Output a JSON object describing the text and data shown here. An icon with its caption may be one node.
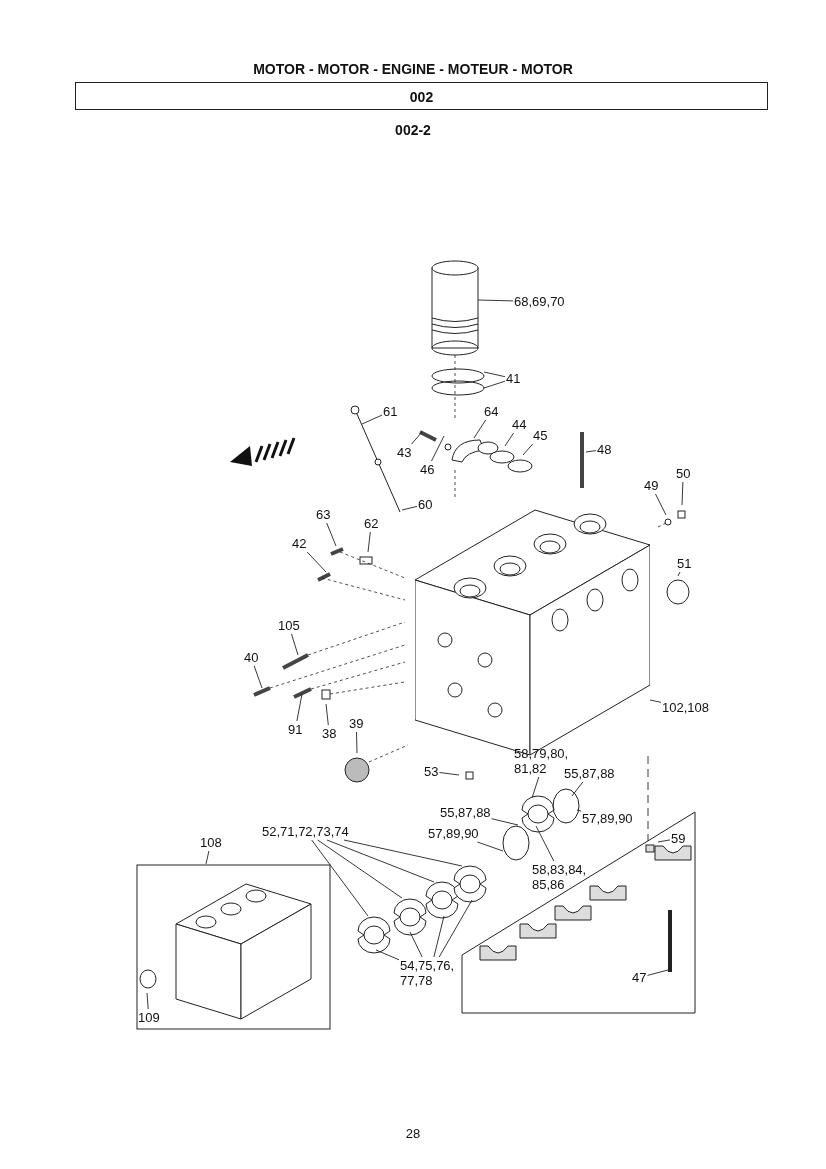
{
  "diagram": {
    "title": "MOTOR - MOTOR - ENGINE - MOTEUR - MOTOR",
    "nodes": [
      {
        "text": [
          "002"
        ]
      },
      {
        "text": [],
        "shape": "picture"
      },
      {
        "text": [],
        "shape": "box"
      },
      {
        "text": [],
        "shape": "box"
      },
      {
        "text": [
          "68,69,70"
        ]
      },
      {
        "text": [
          "41"
        ]
      },
      {
        "text": [
          "61"
        ]
      },
      {
        "text": [
          "64"
        ]
      },
      {
        "text": [
          "44"
        ]
      },
      {
        "text": [
          "45"
        ]
      },
      {
        "text": [
          "43"
        ]
      },
      {
        "text": [
          "48"
        ]
      },
      {
        "text": [
          "46"
        ]
      },
      {
        "text": [
          "60"
        ]
      },
      {
        "text": [
          "49"
        ]
      },
      {
        "text": [
          "50"
        ]
      },
      {
        "text": [
          "63"
        ]
      },
      {
        "text": [
          "62"
        ]
      },
      {
        "text": [
          "42"
        ]
      },
      {
        "text": [
          "51"
        ]
      },
      {
        "text": [
          "105"
        ]
      },
      {
        "text": [
          "40"
        ]
      },
      {
        "text": [
          "91"
        ]
      },
      {
        "text": [
          "38"
        ]
      },
      {
        "text": [
          "102,108"
        ]
      },
      {
        "text": [
          "39"
        ]
      },
      {
        "text": [
          "58,79,80, 81,82"
        ]
      },
      {
        "text": [
          "55,87,88"
        ]
      },
      {
        "text": [
          "53"
        ]
      },
      {
        "text": [
          "55,87,88"
        ]
      },
      {
        "text": [
          "57,89,90"
        ]
      },
      {
        "text": [
          "57,89,90"
        ]
      },
      {
        "text": [
          "52,71,72,73,74"
        ]
      },
      {
        "text": [
          "108"
        ]
      },
      {
        "text": [
          "58,83,84, 85,86"
        ]
      },
      {
        "text": [
          "59"
        ],
        "in": 3
      },
      {
        "text": [
          "54,75,76, 77,78"
        ]
      },
      {
        "text": [
          "47"
        ],
        "in": 3
      },
      {
        "text": [
          "109"
        ],
        "in": 2
      }
    ],
    "edges": [
      {
        "from": 4,
        "to": null,
        "arrow": "none"
      },
      {
        "from": 5,
        "to": null,
        "arrow": "none"
      },
      {
        "from": 5,
        "to": null,
        "arrow": "none"
      },
      {
        "from": 6,
        "to": null,
        "arrow": "none"
      },
      {
        "from": 7,
        "to": null,
        "arrow": "none"
      },
      {
        "from": 8,
        "to": null,
        "arrow": "none"
      },
      {
        "from": 9,
        "to": null,
        "arrow": "none"
      },
      {
        "from": 10,
        "to": null,
        "arrow": "none"
      },
      {
        "from": 11,
        "to": null,
        "arrow": "none"
      },
      {
        "from": 12,
        "to": null,
        "arrow": "none"
      },
      {
        "from": 13,
        "to": null,
        "arrow": "none"
      },
      {
        "from": 14,
        "to": null,
        "arrow": "none"
      },
      {
        "from": 15,
        "to": null,
        "arrow": "none"
      },
      {
        "from": 16,
        "to": null,
        "arrow": "none"
      },
      {
        "from": 17,
        "to": null,
        "arrow": "none"
      },
      {
        "from": 18,
        "to": null,
        "arrow": "none"
      },
      {
        "from": 19,
        "to": null,
        "arrow": "none"
      },
      {
        "from": 20,
        "to": null,
        "arrow": "none"
      },
      {
        "from": 21,
        "to": null,
        "arrow": "none"
      },
      {
        "from": 22,
        "to": null,
        "arrow": "none"
      },
      {
        "from": 23,
        "to": null,
        "arrow": "none"
      },
      {
        "from": 24,
        "to": 1,
        "arrow": "none"
      },
      {
        "from": 25,
        "to": null,
        "arrow": "none"
      },
      {
        "from": 26,
        "to": null,
        "arrow": "none"
      },
      {
        "from": 27,
        "to": null,
        "arrow": "none"
      },
      {
        "from": 28,
        "to": null,
        "arrow": "none"
      },
      {
        "from": 29,
        "to": null,
        "arrow": "none"
      },
      {
        "from": 30,
        "to": null,
        "arrow": "none"
      },
      {
        "from": 31,
        "to": null,
        "arrow": "none"
      },
      {
        "from": 32,
        "to": null,
        "arrow": "none"
      },
      {
        "from": 32,
        "to": null,
        "arrow": "none"
      },
      {
        "from": 32,
        "to": null,
        "arrow": "none"
      },
      {
        "from": 32,
        "to": null,
        "arrow": "none"
      },
      {
        "from": 33,
        "to": 2,
        "arrow": "none"
      },
      {
        "from": 34,
        "to": null,
        "arrow": "none"
      },
      {
        "from": 35,
        "to": null,
        "arrow": "none"
      },
      {
        "from": 36,
        "to": null,
        "arrow": "none"
      },
      {
        "from": 36,
        "to": null,
        "arrow": "none"
      },
      {
        "from": 36,
        "to": null,
        "arrow": "none"
      },
      {
        "from": 36,
        "to": null,
        "arrow": "none"
      },
      {
        "from": 37,
        "to": null,
        "arrow": "none"
      },
      {
        "from": 38,
        "to": null,
        "arrow": "none"
      },
      {
        "from": 1,
        "to": 3,
        "arrow": "none",
        "style": "dashed"
      }
    ],
    "labels": [
      "002-2",
      "28"
    ]
  }
}
